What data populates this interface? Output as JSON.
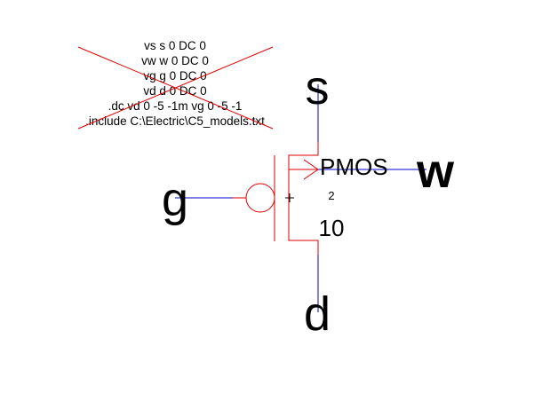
{
  "spice_lines": [
    "vs s 0 DC 0",
    "vw w 0 DC 0",
    "vg g 0 DC 0",
    "vd d 0 DC 0",
    ".dc vd 0 -5 -1m vg 0 -5 -1",
    ".include C:\\Electric\\C5_models.txt"
  ],
  "transistor": {
    "type_label": "PMOS",
    "width": "10",
    "length": "2"
  },
  "ports": {
    "source": "s",
    "well": "w",
    "gate": "g",
    "drain": "d"
  },
  "colors": {
    "node": "#e00000",
    "wire": "#0000cc",
    "text": "#000000"
  }
}
